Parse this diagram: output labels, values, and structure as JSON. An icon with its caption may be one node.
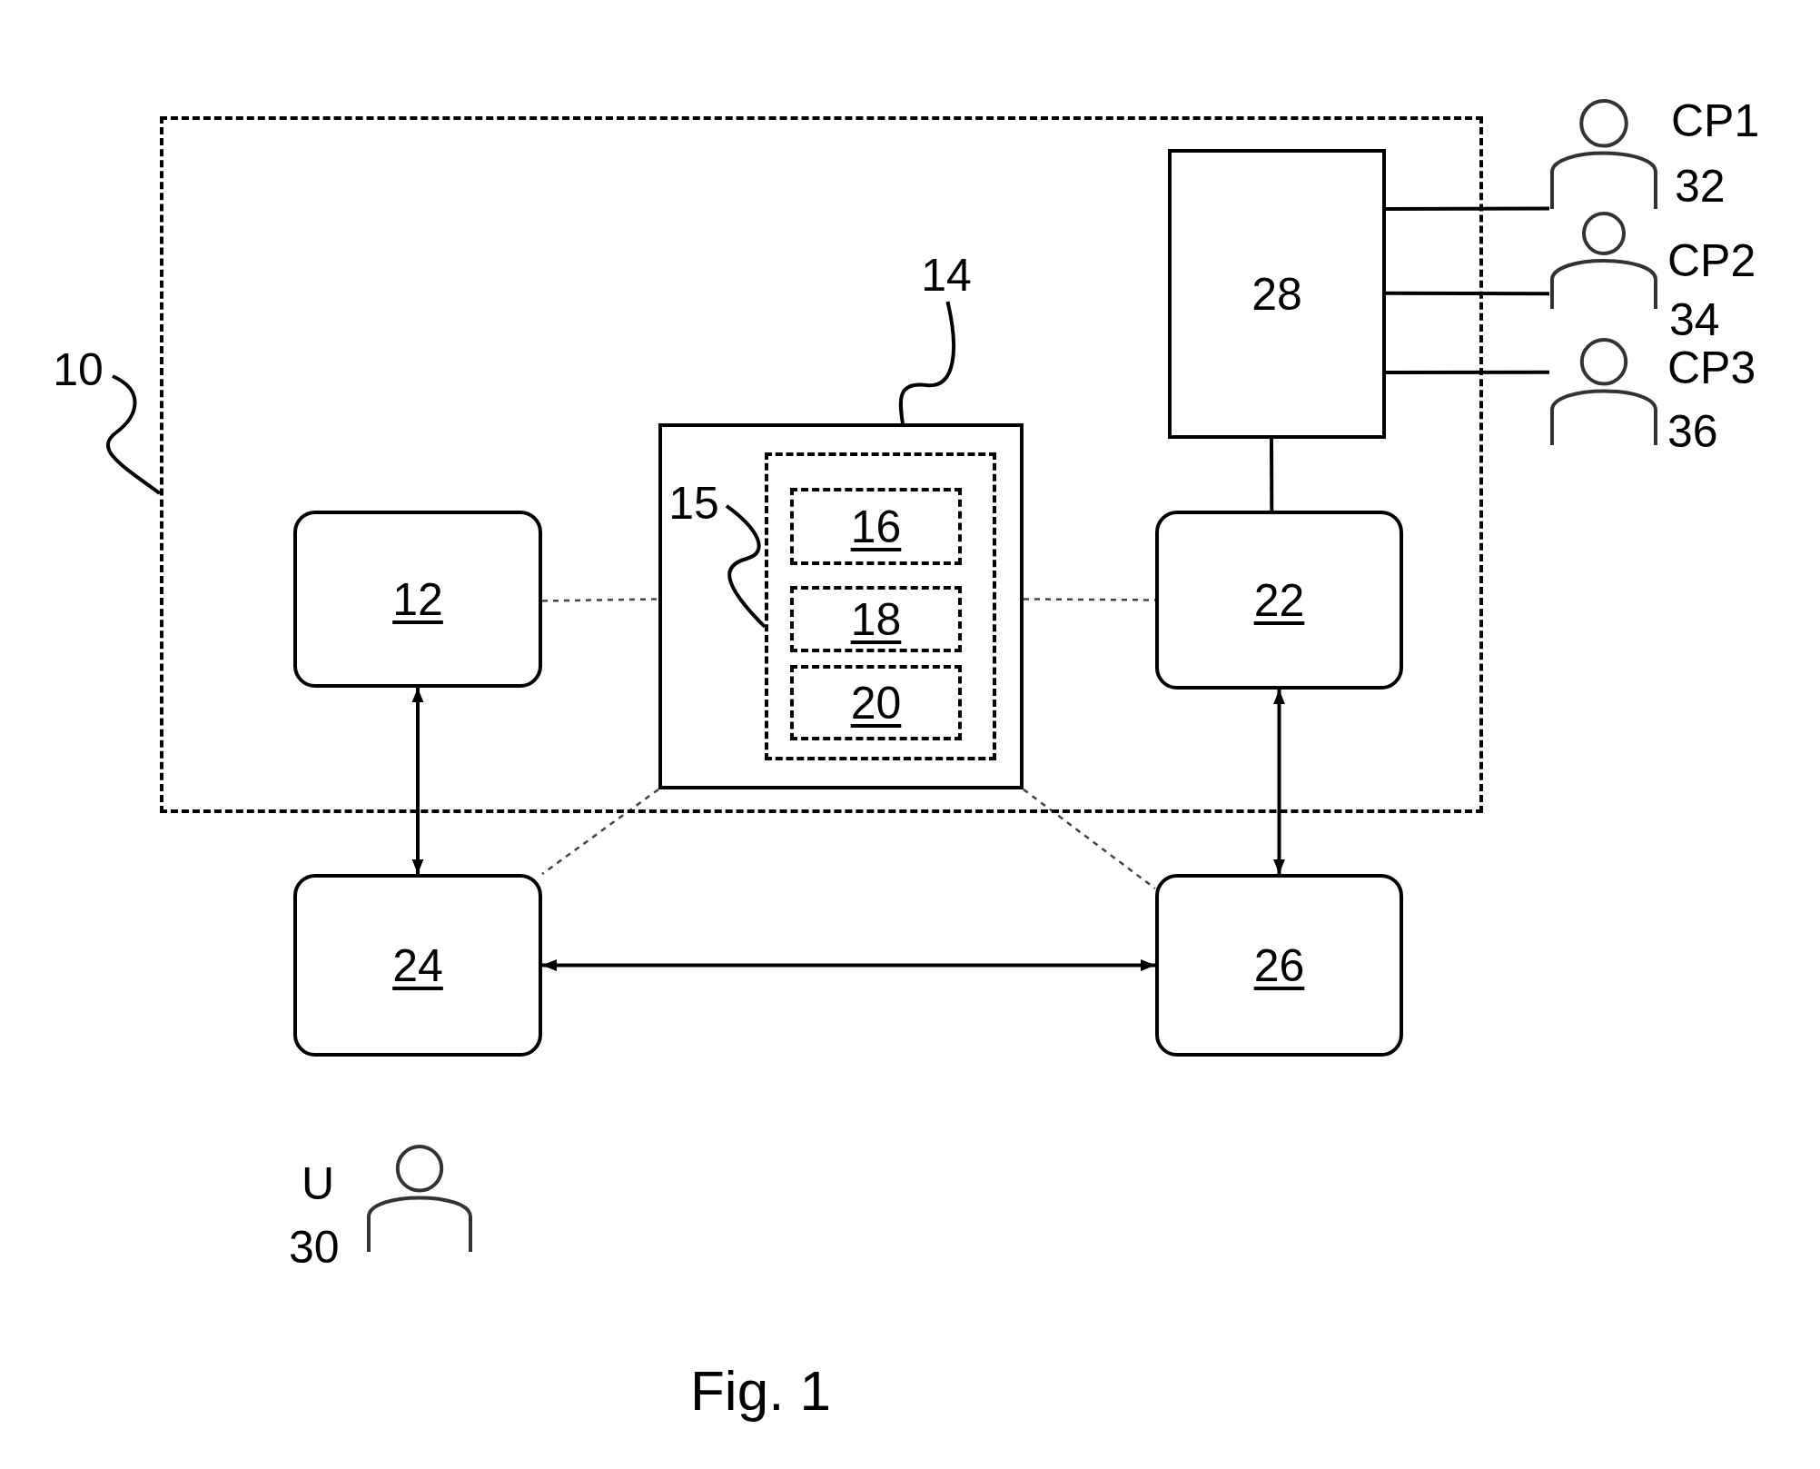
{
  "diagram": {
    "caption": "Fig. 1",
    "nodes": [
      {
        "text": [],
        "shape": "box"
      },
      {
        "text": [
          "10"
        ]
      },
      {
        "text": [
          "28"
        ],
        "in": 0
      },
      {
        "text": [
          "12"
        ],
        "in": 0
      },
      {
        "text": [
          "14"
        ],
        "in": 0
      },
      {
        "text": [],
        "shape": "box",
        "in": 0
      },
      {
        "text": [
          "15"
        ],
        "in": 5
      },
      {
        "text": [],
        "shape": "box",
        "in": 5
      },
      {
        "text": [
          "16"
        ],
        "in": 7
      },
      {
        "text": [
          "18"
        ],
        "in": 7
      },
      {
        "text": [
          "20"
        ],
        "in": 7
      },
      {
        "text": [
          "22"
        ],
        "in": 0
      },
      {
        "text": [
          "24"
        ]
      },
      {
        "text": [
          "26"
        ]
      },
      {
        "text": [],
        "shape": "person",
        "beside": [
          "CP1",
          "32"
        ]
      },
      {
        "text": [],
        "shape": "person",
        "beside": [
          "CP2",
          "34"
        ]
      },
      {
        "text": [],
        "shape": "person",
        "beside": [
          "CP3",
          "36"
        ]
      },
      {
        "text": [],
        "shape": "person",
        "beside": [
          "U",
          "30"
        ]
      }
    ],
    "edges": [
      {
        "from": 1,
        "to": 0,
        "arrow": "none"
      },
      {
        "from": 4,
        "to": 5,
        "arrow": "none"
      },
      {
        "from": 6,
        "to": 7,
        "arrow": "none"
      },
      {
        "from": 3,
        "to": 5,
        "arrow": "none",
        "style": "dashed"
      },
      {
        "from": 5,
        "to": 11,
        "arrow": "none",
        "style": "dashed"
      },
      {
        "from": 5,
        "to": 12,
        "arrow": "none",
        "style": "dashed"
      },
      {
        "from": 5,
        "to": 13,
        "arrow": "none",
        "style": "dashed"
      },
      {
        "from": 3,
        "to": 12,
        "arrow": "both"
      },
      {
        "from": 11,
        "to": 13,
        "arrow": "both"
      },
      {
        "from": 12,
        "to": 13,
        "arrow": "both"
      },
      {
        "from": 2,
        "to": 11,
        "arrow": "none"
      },
      {
        "from": 2,
        "to": 14,
        "arrow": "none"
      },
      {
        "from": 2,
        "to": 15,
        "arrow": "none"
      },
      {
        "from": 2,
        "to": 16,
        "arrow": "none"
      }
    ]
  }
}
